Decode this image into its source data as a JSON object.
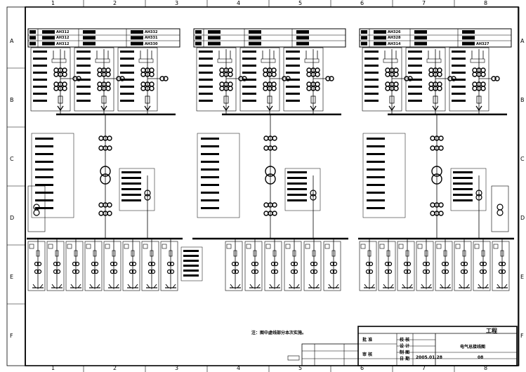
{
  "grid": {
    "columns": [
      "1",
      "2",
      "3",
      "4",
      "5",
      "6",
      "7",
      "8"
    ],
    "rows": [
      "A",
      "B",
      "C",
      "D",
      "E",
      "F"
    ]
  },
  "sections": [
    {
      "table": [
        [
          "AH312",
          "",
          "AH332"
        ],
        [
          "AH312",
          "",
          "AH331"
        ],
        [
          "AH312",
          "",
          "AH330"
        ]
      ]
    },
    {
      "table": [
        [
          "",
          "",
          ""
        ],
        [
          "",
          "",
          ""
        ],
        [
          "",
          "",
          ""
        ]
      ]
    },
    {
      "table": [
        [
          "AH326",
          "",
          ""
        ],
        [
          "AH328",
          "",
          ""
        ],
        [
          "AH314",
          "",
          "AH327"
        ]
      ]
    }
  ],
  "note": "注：图中虚线部分本次实施。",
  "title_block": {
    "project_label": "工程",
    "drawing_title": "电气总接线图",
    "date": "2005.01.28",
    "sheet_no": "08",
    "approved_label": "批 准",
    "reviewed_label": "审 核",
    "checked_label": "校 核",
    "designed_label": "设 计",
    "drawn_label": "制 图",
    "date_label": "日 期"
  }
}
